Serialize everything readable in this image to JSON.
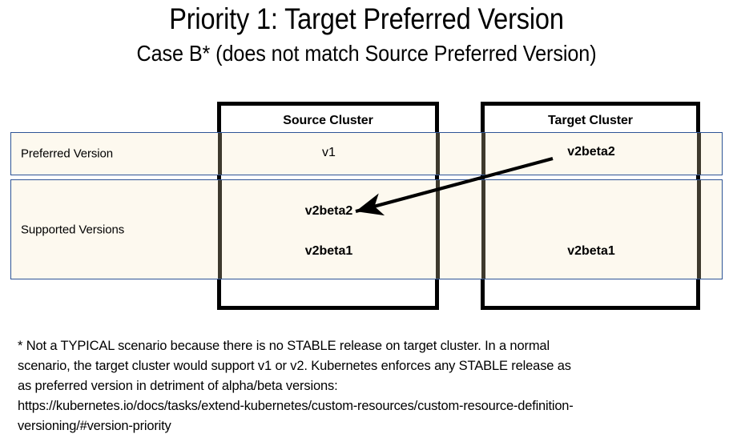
{
  "title": {
    "main": "Priority 1: Target Preferred Version",
    "sub": "Case B* (does not match Source Preferred Version)"
  },
  "diagram": {
    "columns": [
      {
        "id": "source",
        "header": "Source Cluster"
      },
      {
        "id": "target",
        "header": "Target Cluster"
      }
    ],
    "rows": [
      {
        "id": "preferred",
        "label": "Preferred Version"
      },
      {
        "id": "supported",
        "label": "Supported Versions"
      }
    ],
    "cells": {
      "source_preferred": "v1",
      "target_preferred": "v2beta2",
      "source_supported_1": "v2beta2",
      "source_supported_2": "v2beta1",
      "target_supported_1": "v2beta1"
    },
    "arrow": {
      "name": "match-arrow",
      "from_label": "v2beta2",
      "to_label": "v2beta2",
      "direction": "target-preferred-to-source-supported"
    },
    "colors": {
      "row_background": "#fdf9ef",
      "row_border": "#2e5496",
      "cluster_box_border": "#000000",
      "arrow": "#000000",
      "text": "#000000"
    }
  },
  "footnote": {
    "line1": "* Not a TYPICAL scenario because there is no STABLE release on target cluster. In a normal",
    "line2": "scenario, the target cluster would support v1 or v2. Kubernetes enforces any STABLE release as",
    "line3": "as preferred version in detriment of alpha/beta versions:",
    "url_line1": "https://kubernetes.io/docs/tasks/extend-kubernetes/custom-resources/custom-resource-definition-",
    "url_line2": "versioning/#version-priority"
  }
}
